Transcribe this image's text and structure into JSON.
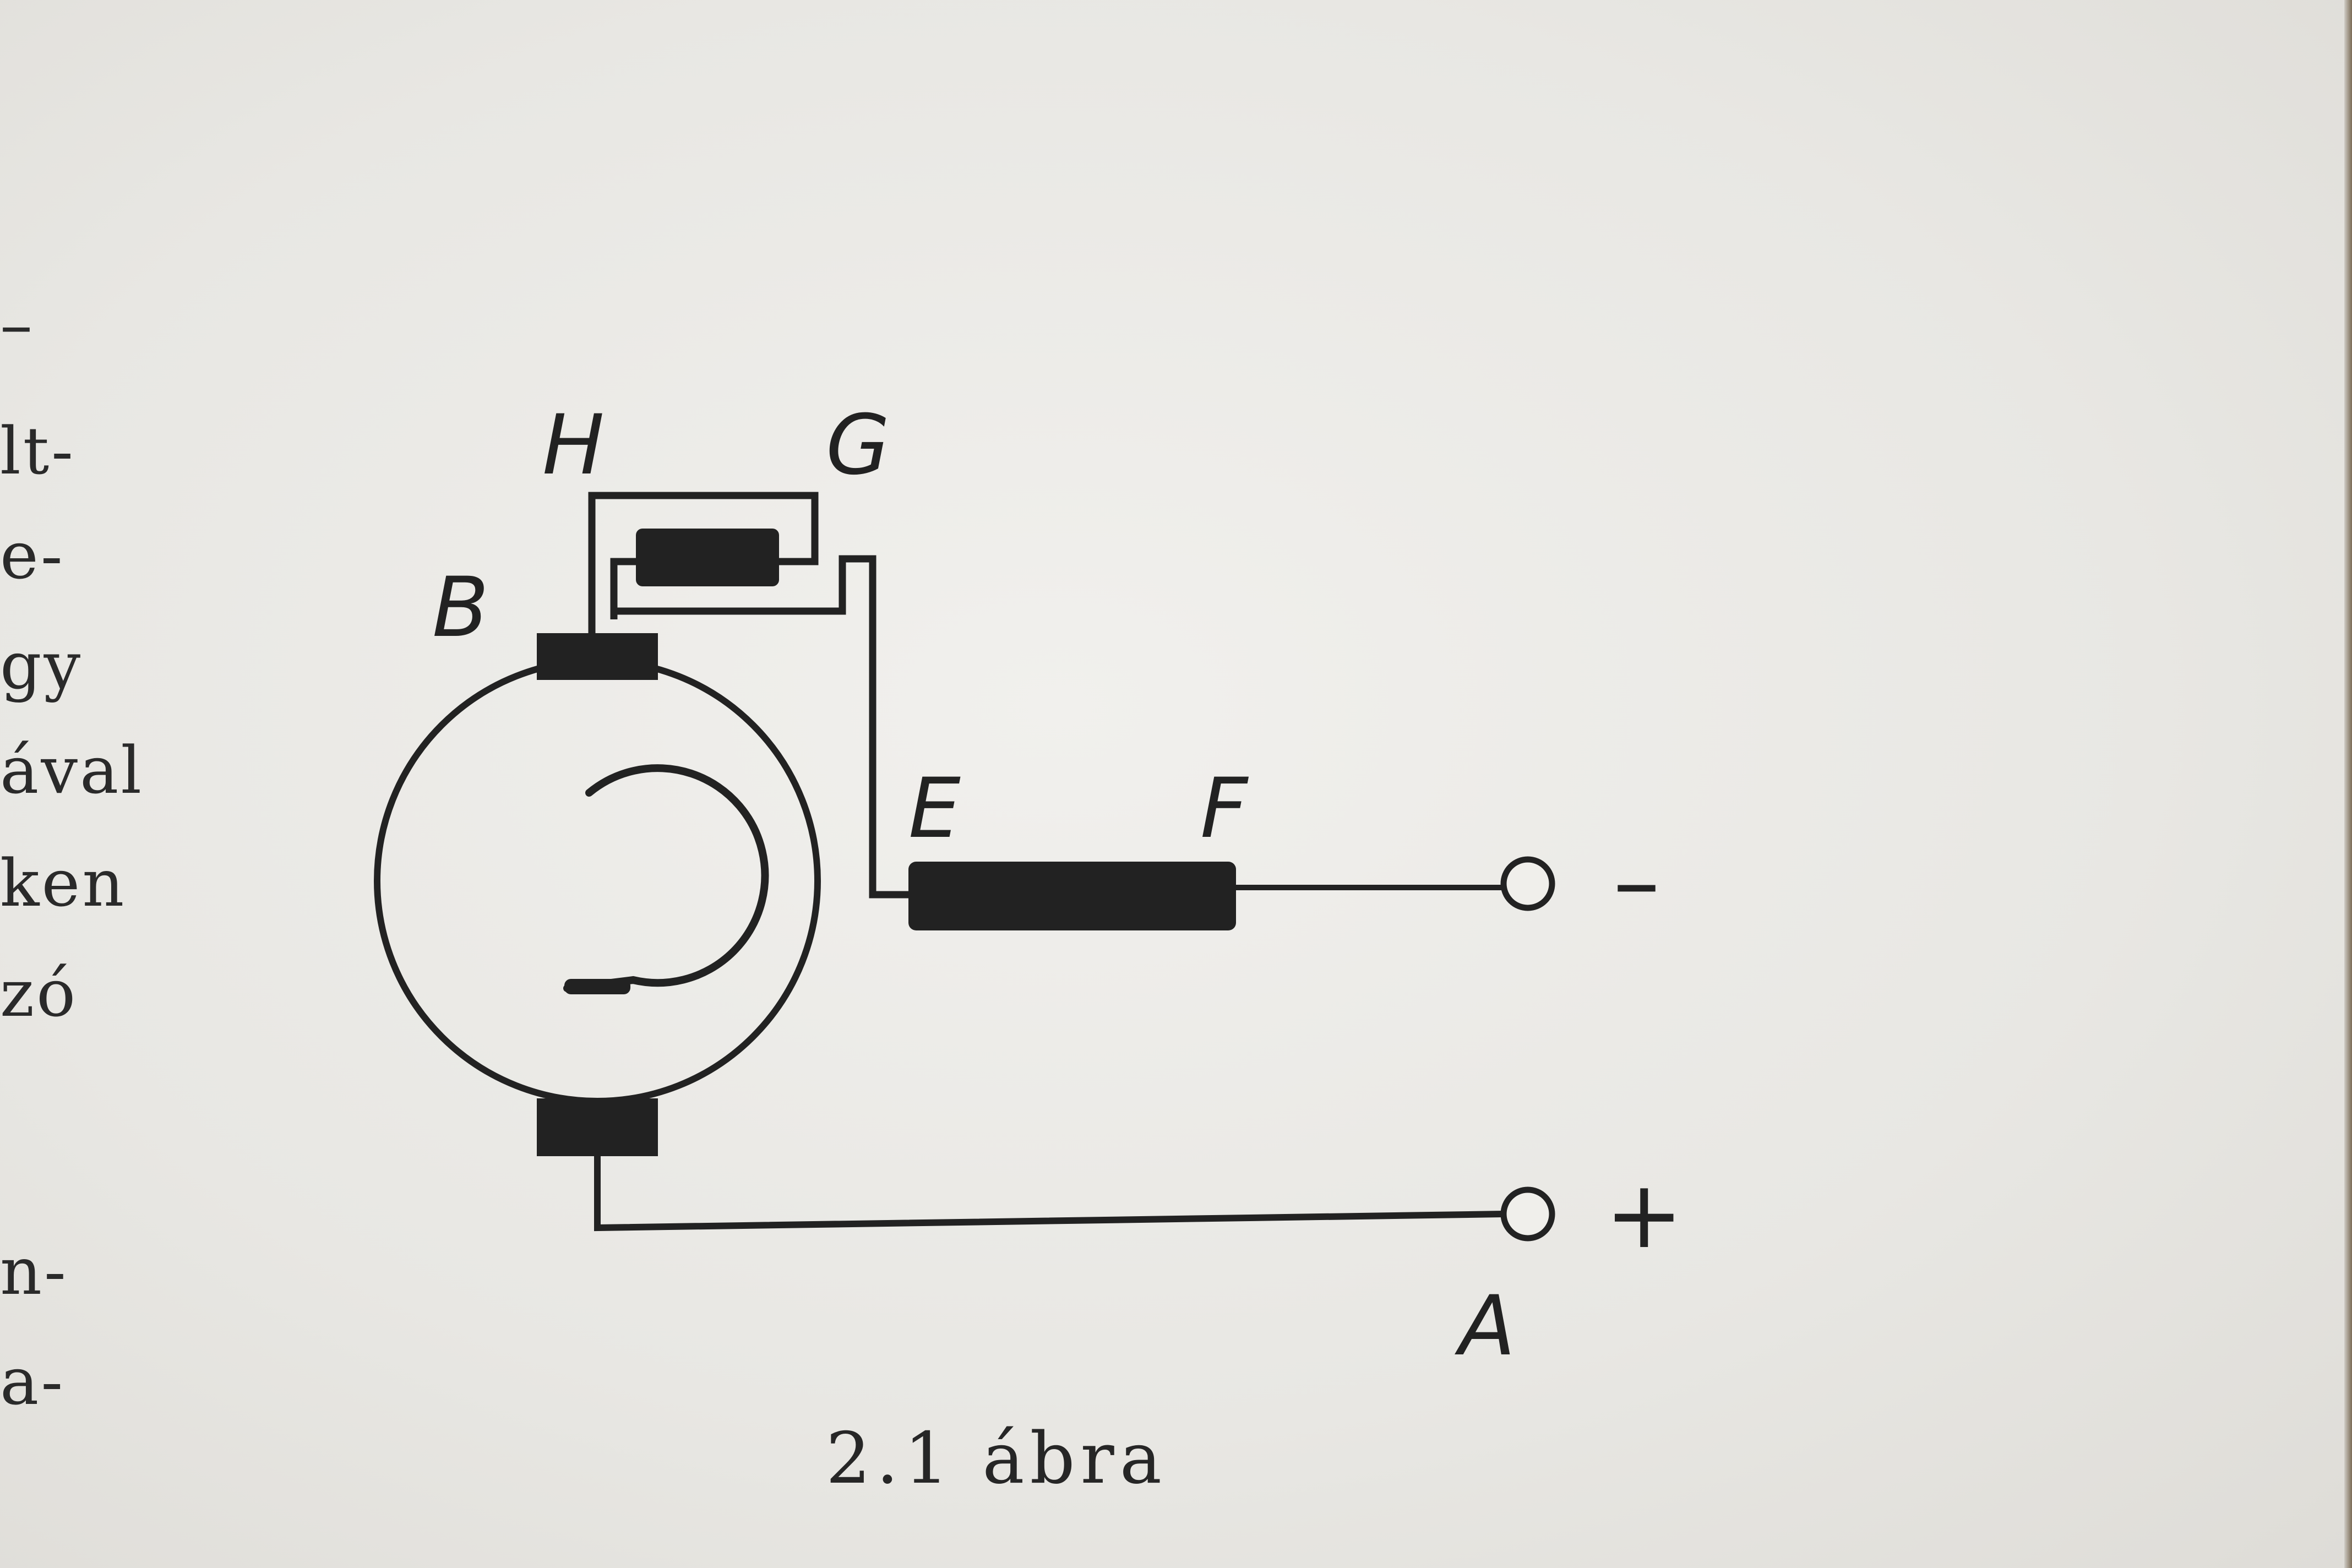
{
  "margin_text": [
    "–",
    "lt-",
    "e-",
    "gy",
    "ával",
    "ken",
    "zó",
    "n-",
    "a-"
  ],
  "labels": {
    "H": "H",
    "G": "G",
    "B": "B",
    "E": "E",
    "F": "F",
    "A": "A",
    "minus": "–",
    "plus": "+"
  },
  "caption": "2.1 ábra",
  "colors": {
    "ink": "#222222",
    "paper": "#ecebe7"
  }
}
